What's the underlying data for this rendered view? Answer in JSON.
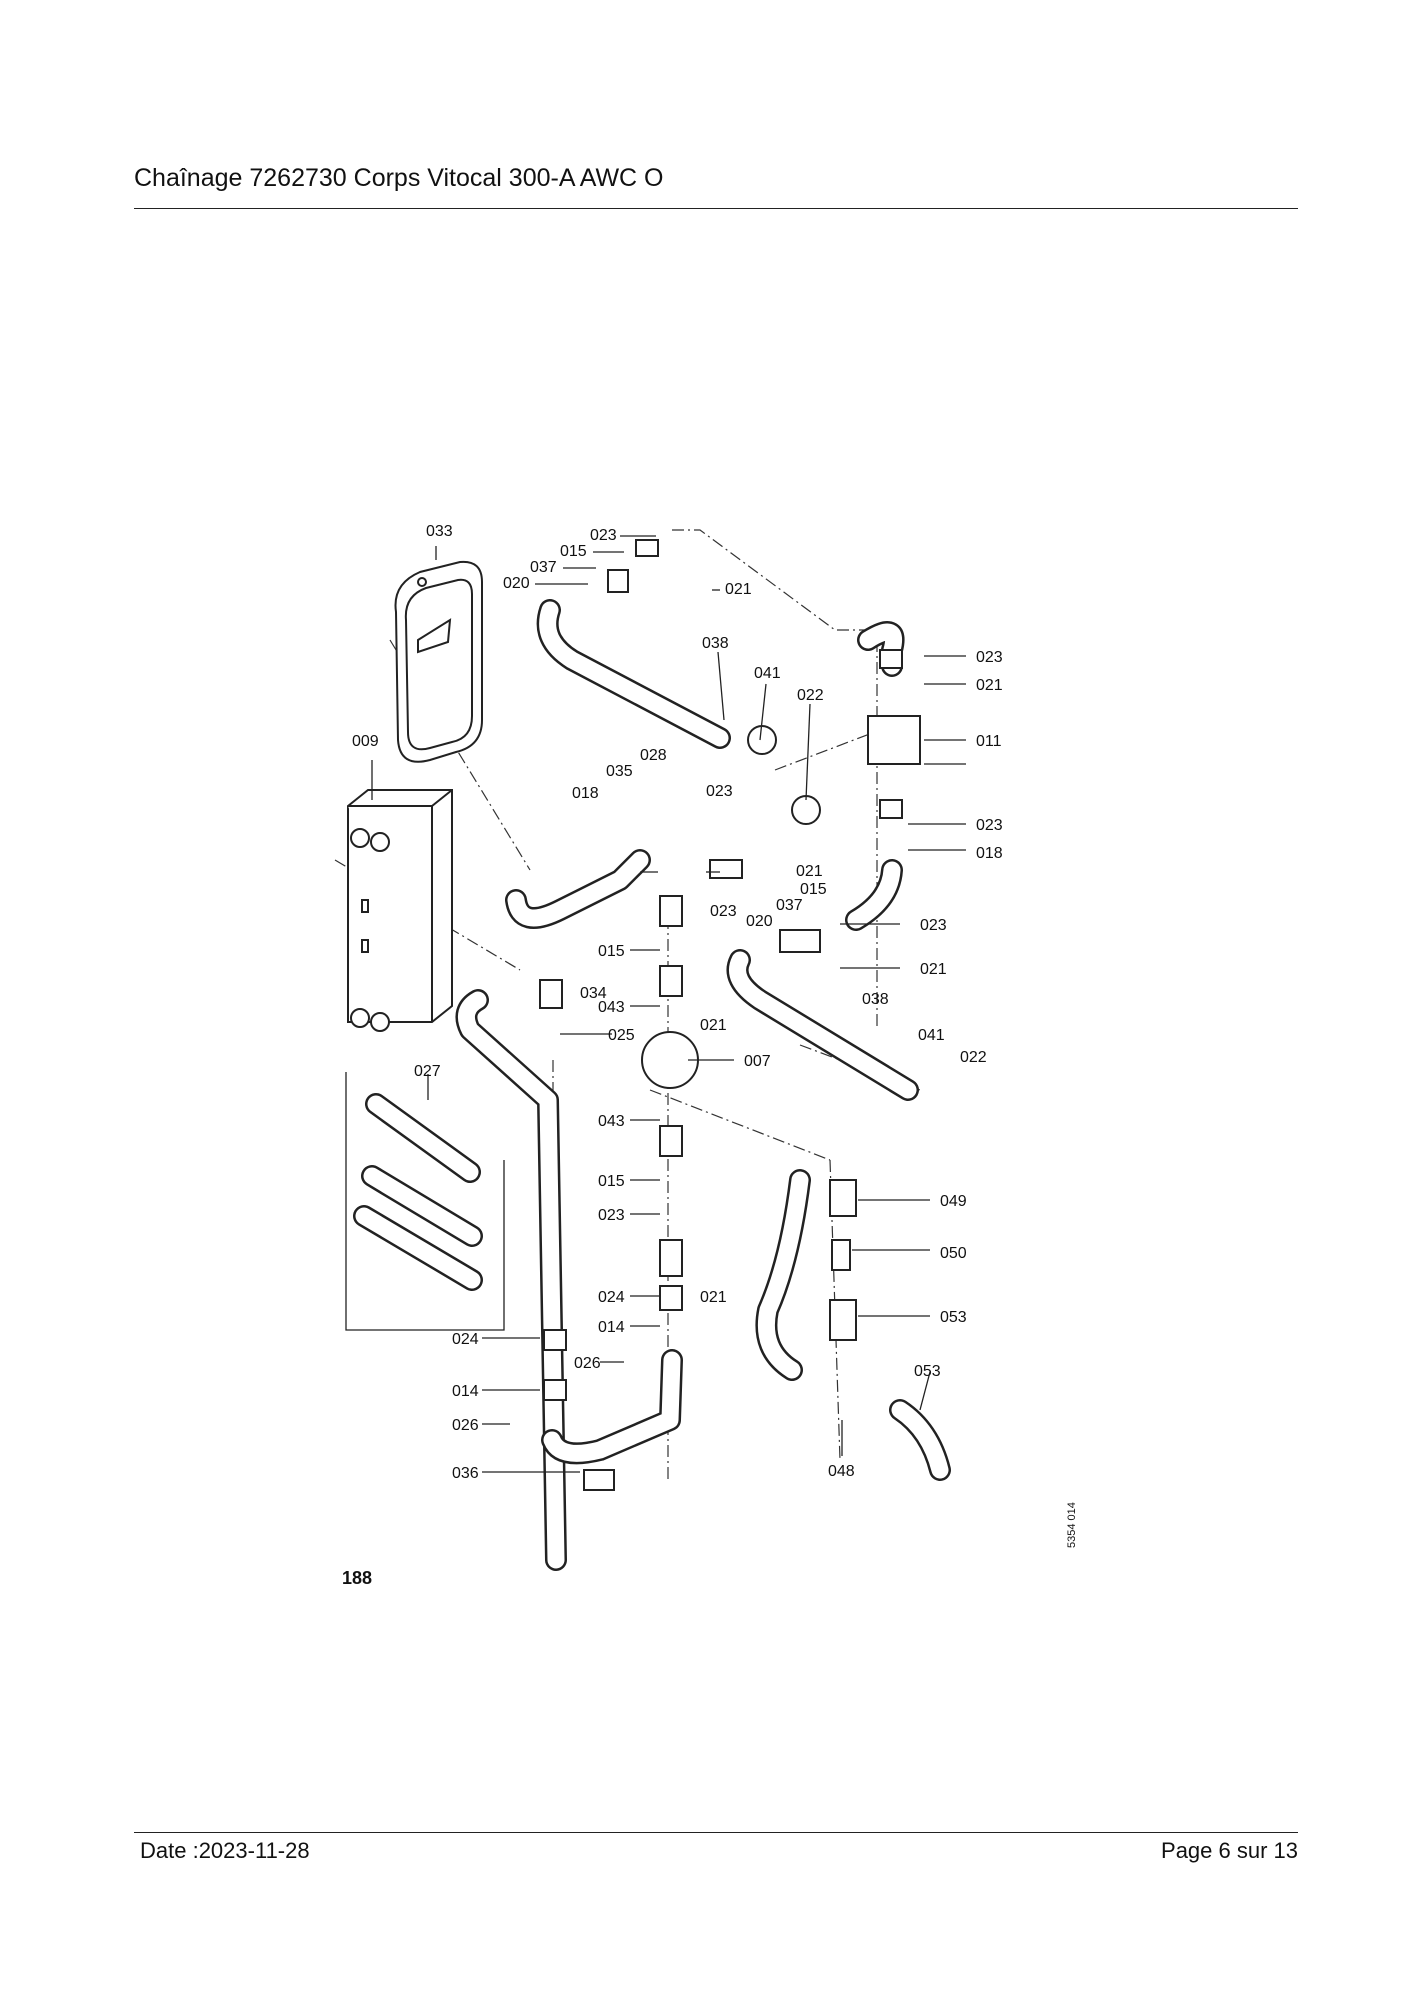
{
  "header": {
    "title": "Chaînage 7262730 Corps Vitocal 300-A AWC O"
  },
  "footer": {
    "date": "Date :2023-11-28",
    "page": "Page 6 sur  13"
  },
  "figure": {
    "page_number": "188",
    "drawing_ref": "5354 014",
    "labels": {
      "l033": "033",
      "l023a": "023",
      "l015a": "015",
      "l037a": "037",
      "l020a": "020",
      "l021a": "021",
      "l038a": "038",
      "l041a": "041",
      "l022a": "022",
      "l023b": "023",
      "l021b": "021",
      "l011": "011",
      "l023c": "023",
      "l018b": "018",
      "l009": "009",
      "l028": "028",
      "l035": "035",
      "l018a": "018",
      "l023d": "023",
      "l021c": "021",
      "l015b": "015",
      "l037b": "037",
      "l020b": "020",
      "l023e": "023",
      "l023f": "023",
      "l021d": "021",
      "l015c": "015",
      "l034": "034",
      "l043a": "043",
      "l021e": "021",
      "l025": "025",
      "l007": "007",
      "l038b": "038",
      "l041b": "041",
      "l022b": "022",
      "l027": "027",
      "l043b": "043",
      "l015d": "015",
      "l023g": "023",
      "l049": "049",
      "l050": "050",
      "l024a": "024",
      "l021f": "021",
      "l014a": "014",
      "l053a": "053",
      "l024b": "024",
      "l026a": "026",
      "l053b": "053",
      "l014b": "014",
      "l026b": "026",
      "l036": "036",
      "l048": "048"
    }
  }
}
